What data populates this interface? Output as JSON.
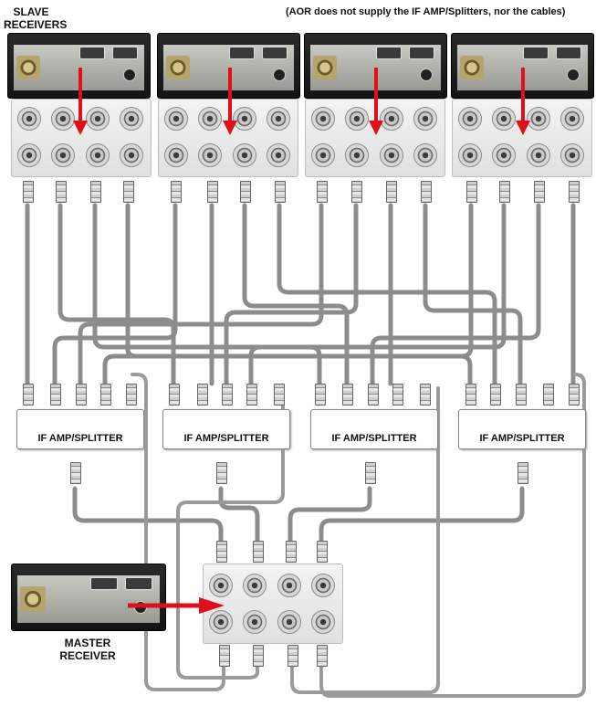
{
  "labels": {
    "slave": "SLAVE RECEIVERS",
    "note": "(AOR does not supply the IF AMP/Splitters, nor the cables)",
    "master": "MASTER RECEIVER"
  },
  "amplifiers": [
    {
      "label": "IF AMP/SPLITTER"
    },
    {
      "label": "IF AMP/SPLITTER"
    },
    {
      "label": "IF AMP/SPLITTER"
    },
    {
      "label": "IF AMP/SPLITTER"
    }
  ],
  "colors": {
    "arrow": "#e0101a",
    "cable": "#9a9a9a",
    "receiver": "#1c1c1c",
    "panel": "#e8e8e8"
  }
}
